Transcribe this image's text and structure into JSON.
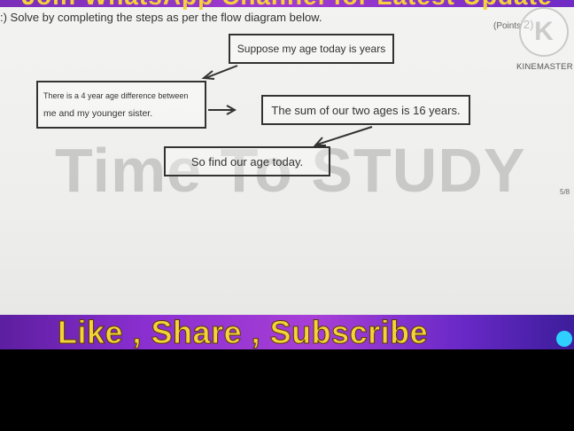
{
  "banner": {
    "text": "Join WhatsApp Channel for Latest Update"
  },
  "question": {
    "text": ":) Solve by completing the steps as per the flow diagram below."
  },
  "points": {
    "label": "(Points",
    "value": "2)"
  },
  "watermark": {
    "logo_glyph": "K",
    "brand": "KINEMASTER",
    "overlay_text": "Time To STUDY"
  },
  "page_indicator": "5/8",
  "flow": {
    "box1": "Suppose my age today is years",
    "box2_line1": "There is a 4 year age difference between",
    "box2_line2": "me and my younger sister.",
    "box3": "The sum of our two ages is 16 years.",
    "box4": "So find our age today."
  },
  "bottom_banner": {
    "text": "Like , Share , Subscribe"
  },
  "colors": {
    "banner_purple": "#8a2fd0",
    "banner_yellow": "#f4d33a",
    "accent_dot": "#2fd0ff"
  }
}
